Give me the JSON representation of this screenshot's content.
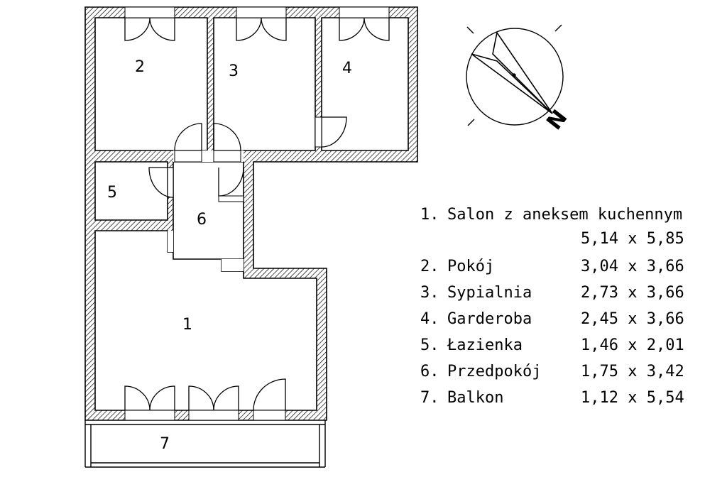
{
  "rooms": [
    {
      "num": "1",
      "name": "Salon z aneksem kuchennym",
      "dims": "5,14 x 5,85"
    },
    {
      "num": "2",
      "name": "Pokój",
      "dims": "3,04 x 3,66"
    },
    {
      "num": "3",
      "name": "Sypialnia",
      "dims": "2,73 x 3,66"
    },
    {
      "num": "4",
      "name": "Garderoba",
      "dims": "2,45 x 3,66"
    },
    {
      "num": "5",
      "name": "Łazienka",
      "dims": "1,46 x 2,01"
    },
    {
      "num": "6",
      "name": "Przedpokój",
      "dims": "1,75 x 3,42"
    },
    {
      "num": "7",
      "name": "Balkon",
      "dims": "1,12 x 5,54"
    }
  ],
  "legend": {
    "row1": {
      "num": "1.",
      "name": "Salon z aneksem kuchennym",
      "dims": "5,14 x 5,85"
    },
    "row2": {
      "num": "2.",
      "name": "Pokój",
      "dims": "3,04 x 3,66"
    },
    "row3": {
      "num": "3.",
      "name": "Sypialnia",
      "dims": "2,73 x 3,66"
    },
    "row4": {
      "num": "4.",
      "name": "Garderoba",
      "dims": "2,45 x 3,66"
    },
    "row5": {
      "num": "5.",
      "name": "Łazienka",
      "dims": "1,46 x 2,01"
    },
    "row6": {
      "num": "6.",
      "name": "Przedpokój",
      "dims": "1,75 x 3,42"
    },
    "row7": {
      "num": "7.",
      "name": "Balkon",
      "dims": "1,12 x 5,54"
    }
  },
  "compass": {
    "letter": "N"
  },
  "colors": {
    "ink": "#000000",
    "background": "#ffffff"
  }
}
